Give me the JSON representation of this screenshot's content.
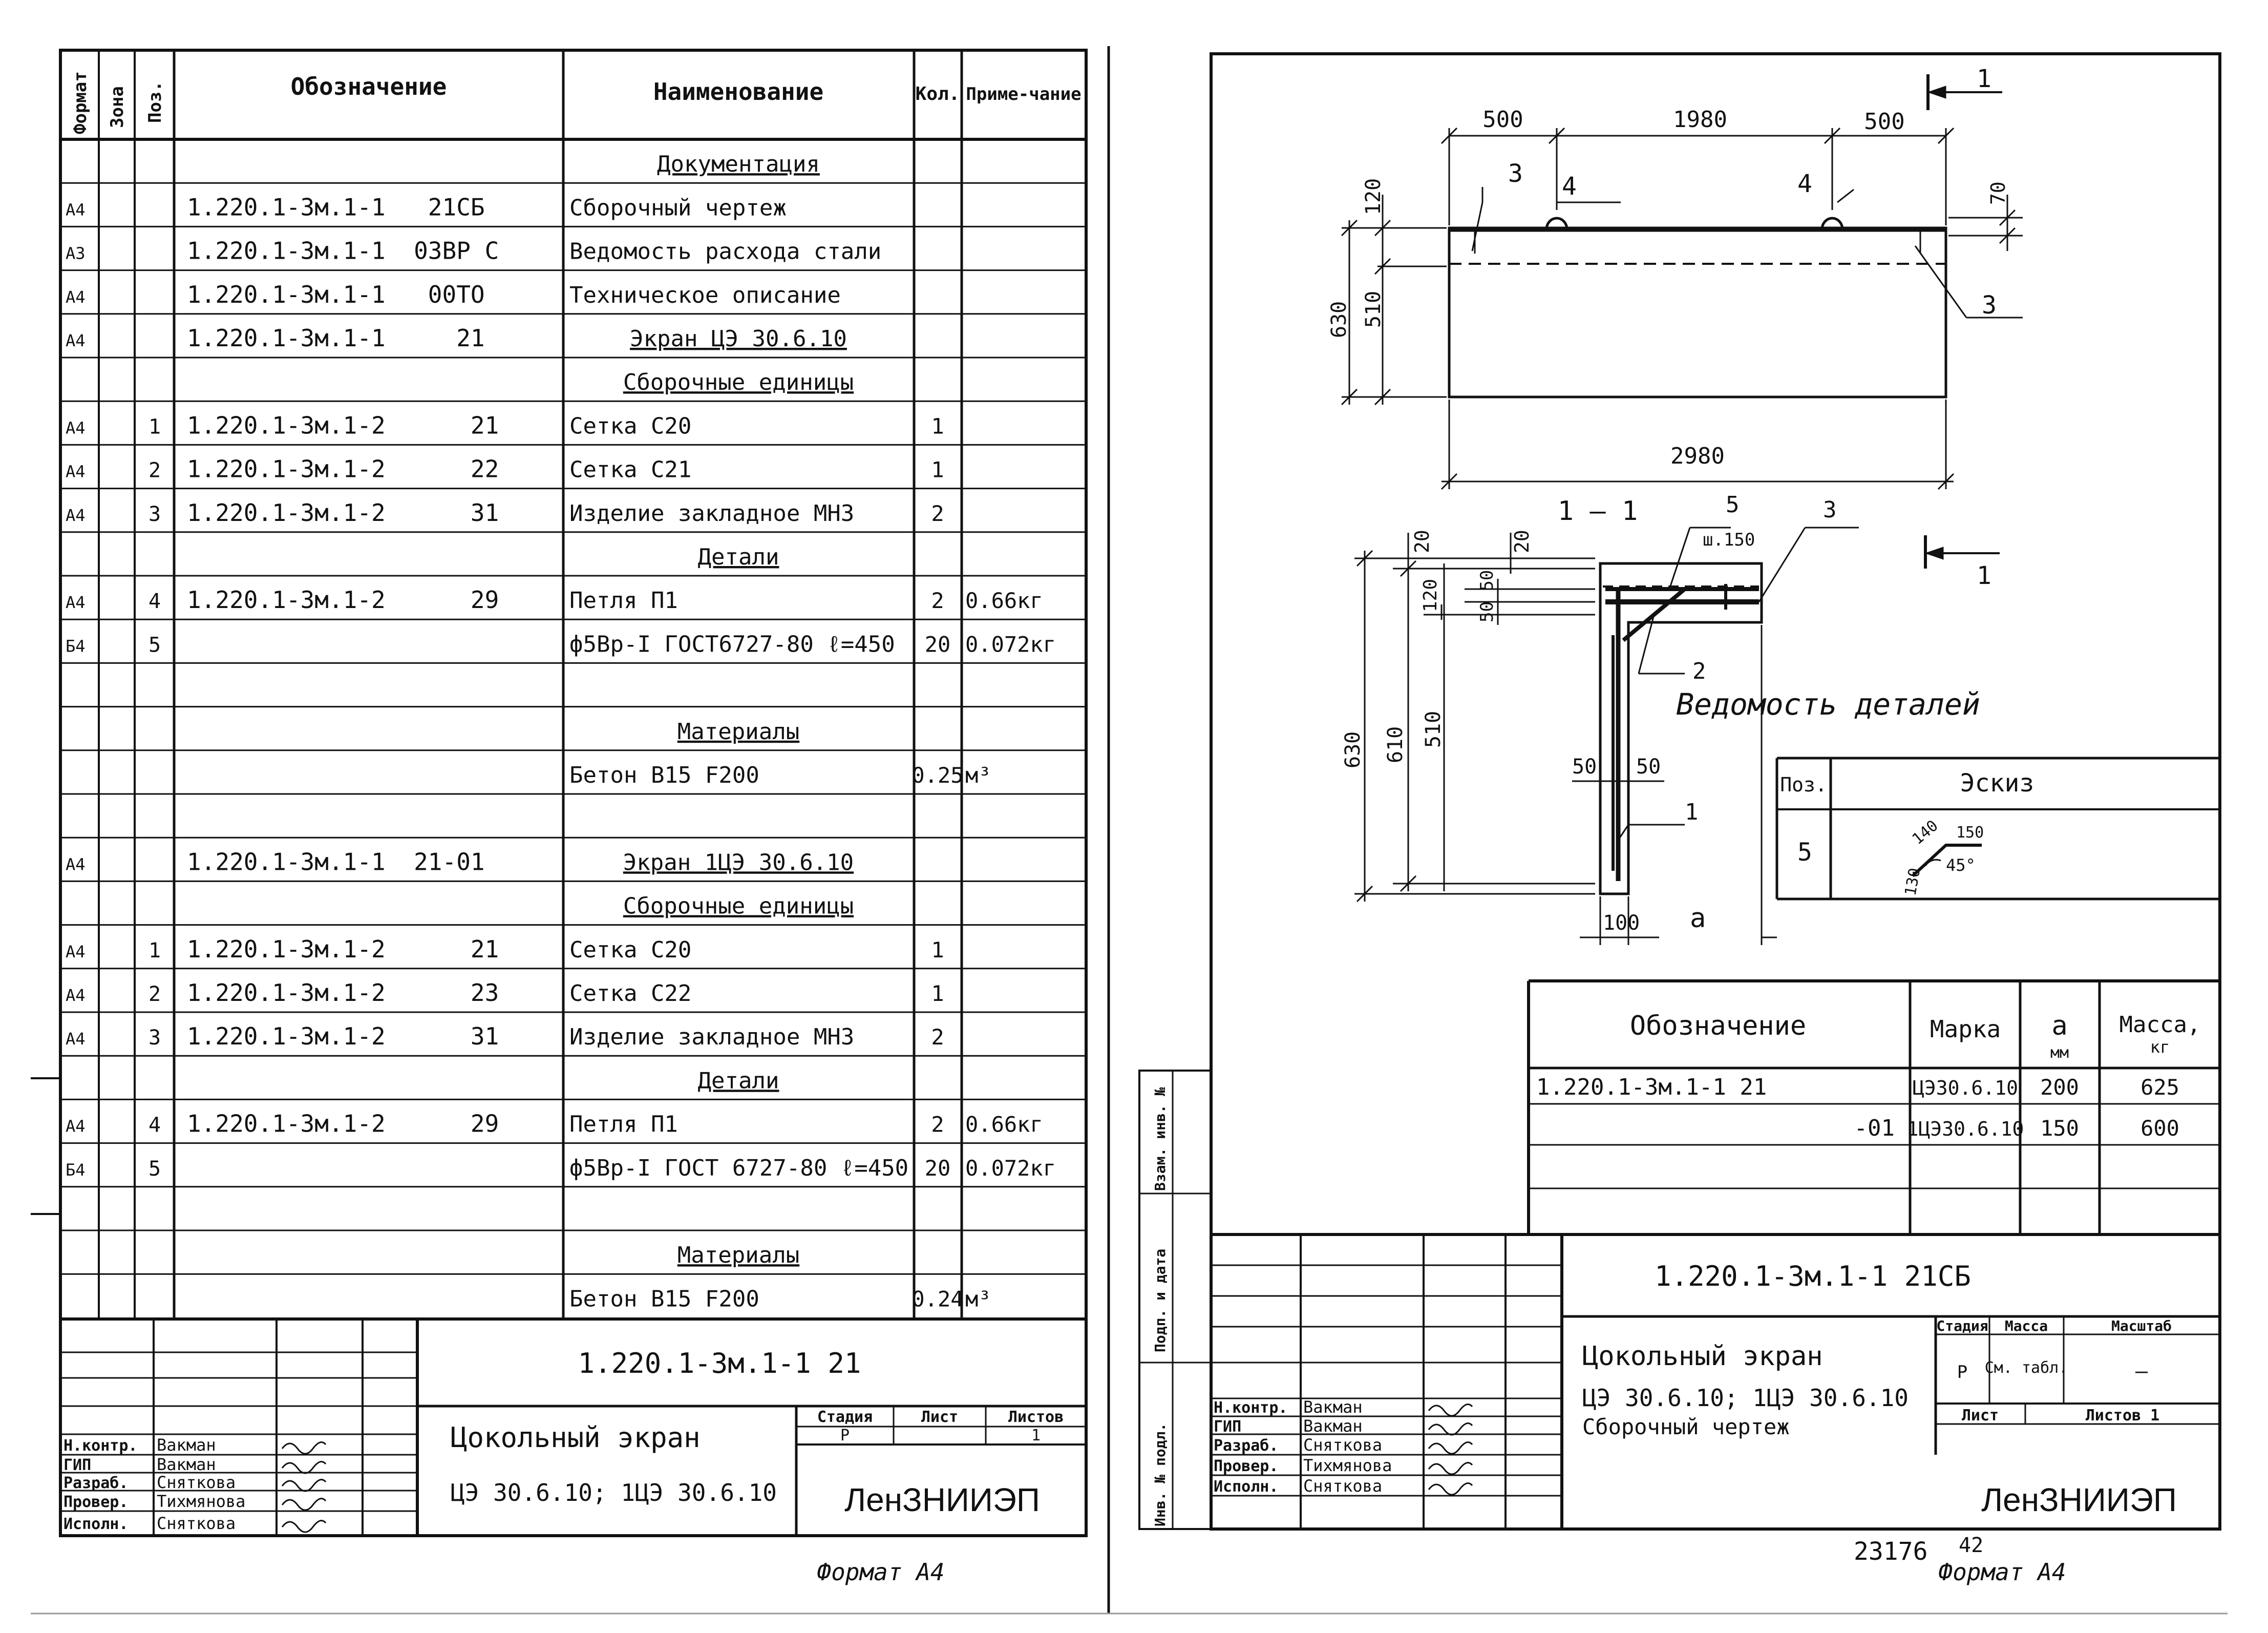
{
  "left": {
    "headers": {
      "format": "Формат",
      "zone": "Зона",
      "pos": "Поз.",
      "designation": "Обозначение",
      "name": "Наименование",
      "qty": "Кол.",
      "note": "Приме-чание"
    },
    "rows": [
      {
        "f": "",
        "z": "",
        "p": "",
        "d": "",
        "n": "Документация",
        "q": "",
        "r": "",
        "u": true
      },
      {
        "f": "А4",
        "z": "",
        "p": "",
        "d": "1.220.1-3м.1-1   21СБ",
        "n": "Сборочный чертеж",
        "q": "",
        "r": ""
      },
      {
        "f": "А3",
        "z": "",
        "p": "",
        "d": "1.220.1-3м.1-1  03ВР С",
        "n": "Ведомость расхода стали",
        "q": "",
        "r": ""
      },
      {
        "f": "А4",
        "z": "",
        "p": "",
        "d": "1.220.1-3м.1-1   00ТО",
        "n": "Техническое описание",
        "q": "",
        "r": ""
      },
      {
        "f": "А4",
        "z": "",
        "p": "",
        "d": "1.220.1-3м.1-1     21",
        "n": "Экран ЦЭ 30.6.10",
        "q": "",
        "r": "",
        "u": true
      },
      {
        "f": "",
        "z": "",
        "p": "",
        "d": "",
        "n": "Сборочные единицы",
        "q": "",
        "r": "",
        "u": true
      },
      {
        "f": "А4",
        "z": "",
        "p": "1",
        "d": "1.220.1-3м.1-2      21",
        "n": "Сетка С20",
        "q": "1",
        "r": ""
      },
      {
        "f": "А4",
        "z": "",
        "p": "2",
        "d": "1.220.1-3м.1-2      22",
        "n": "Сетка С21",
        "q": "1",
        "r": ""
      },
      {
        "f": "А4",
        "z": "",
        "p": "3",
        "d": "1.220.1-3м.1-2      31",
        "n": "Изделие закладное МН3",
        "q": "2",
        "r": ""
      },
      {
        "f": "",
        "z": "",
        "p": "",
        "d": "",
        "n": "Детали",
        "q": "",
        "r": "",
        "u": true
      },
      {
        "f": "А4",
        "z": "",
        "p": "4",
        "d": "1.220.1-3м.1-2      29",
        "n": "Петля П1",
        "q": "2",
        "r": "0.66кг"
      },
      {
        "f": "Б4",
        "z": "",
        "p": "5",
        "d": "",
        "n": "ф5Вр-I ГОСТ6727-80 ℓ=450",
        "q": "20",
        "r": "0.072кг"
      },
      {
        "f": "",
        "z": "",
        "p": "",
        "d": "",
        "n": "",
        "q": "",
        "r": ""
      },
      {
        "f": "",
        "z": "",
        "p": "",
        "d": "",
        "n": "Материалы",
        "q": "",
        "r": "",
        "u": true
      },
      {
        "f": "",
        "z": "",
        "p": "",
        "d": "",
        "n": "Бетон В15  F200",
        "q": "0.25",
        "r": "м³"
      },
      {
        "f": "",
        "z": "",
        "p": "",
        "d": "",
        "n": "",
        "q": "",
        "r": ""
      },
      {
        "f": "А4",
        "z": "",
        "p": "",
        "d": "1.220.1-3м.1-1  21-01",
        "n": "Экран 1ЦЭ 30.6.10",
        "q": "",
        "r": "",
        "u": true
      },
      {
        "f": "",
        "z": "",
        "p": "",
        "d": "",
        "n": "Сборочные единицы",
        "q": "",
        "r": "",
        "u": true
      },
      {
        "f": "А4",
        "z": "",
        "p": "1",
        "d": "1.220.1-3м.1-2      21",
        "n": "Сетка С20",
        "q": "1",
        "r": ""
      },
      {
        "f": "А4",
        "z": "",
        "p": "2",
        "d": "1.220.1-3м.1-2      23",
        "n": "Сетка С22",
        "q": "1",
        "r": ""
      },
      {
        "f": "А4",
        "z": "",
        "p": "3",
        "d": "1.220.1-3м.1-2      31",
        "n": "Изделие закладное МН3",
        "q": "2",
        "r": ""
      },
      {
        "f": "",
        "z": "",
        "p": "",
        "d": "",
        "n": "Детали",
        "q": "",
        "r": "",
        "u": true
      },
      {
        "f": "А4",
        "z": "",
        "p": "4",
        "d": "1.220.1-3м.1-2      29",
        "n": "Петля П1",
        "q": "2",
        "r": "0.66кг"
      },
      {
        "f": "Б4",
        "z": "",
        "p": "5",
        "d": "",
        "n": "ф5Вр-I ГОСТ 6727-80 ℓ=450",
        "q": "20",
        "r": "0.072кг"
      },
      {
        "f": "",
        "z": "",
        "p": "",
        "d": "",
        "n": "",
        "q": "",
        "r": ""
      },
      {
        "f": "",
        "z": "",
        "p": "",
        "d": "",
        "n": "Материалы",
        "q": "",
        "r": "",
        "u": true
      },
      {
        "f": "",
        "z": "",
        "p": "",
        "d": "",
        "n": "Бетон В15  F200",
        "q": "0.24",
        "r": "м³"
      }
    ],
    "title_block": {
      "code": "1.220.1-3м.1-1      21",
      "title": "Цокольный экран",
      "subtitle": "ЦЭ 30.6.10; 1ЦЭ 30.6.10",
      "stage_h": "Стадия",
      "sheet_h": "Лист",
      "sheets_h": "Листов",
      "stage": "Р",
      "sheets": "1",
      "org": "ЛенЗНИИЭП",
      "roles": [
        "Н.контр.",
        "ГИП",
        "Разраб.",
        "Провер.",
        "Исполн."
      ],
      "names": [
        "Вакман",
        "Вакман",
        "Сняткова",
        "Тихмянова",
        "Сняткова"
      ]
    },
    "format_label": "Формат А4"
  },
  "right": {
    "dims": {
      "top_500_left": "500",
      "top_1980": "1980",
      "top_500_right": "500",
      "h120": "120",
      "h510": "510",
      "h630": "630",
      "h70": "70",
      "w2980": "2980",
      "c3a": "3",
      "c4a": "4",
      "c4b": "4",
      "c3b": "3"
    },
    "section": {
      "label": "1 – 1",
      "cut_mark": "1",
      "d20a": "20",
      "d20b": "20",
      "d120": "120",
      "d5050": "50 50",
      "d630": "630",
      "d610": "610",
      "d510": "510",
      "d50a": "50",
      "d50b": "50",
      "d100": "100",
      "da": "a",
      "c5": "5",
      "sh150": "ш.150",
      "c3": "3",
      "c2": "2",
      "c1": "1"
    },
    "details": {
      "title": "Ведомость деталей",
      "pos_h": "Поз.",
      "sketch_h": "Эскиз",
      "pos": "5",
      "s130": "130",
      "s140": "140",
      "s150": "150",
      "s45": "45°"
    },
    "spec": {
      "h_designation": "Обозначение",
      "h_mark": "Марка",
      "h_a": "a",
      "h_a_unit": "мм",
      "h_mass": "Масса,",
      "h_mass_unit": "кг",
      "rows": [
        {
          "d": "1.220.1-3м.1-1   21",
          "m": "ЦЭ30.6.10",
          "a": "200",
          "w": "625"
        },
        {
          "d": "-01",
          "m": "1ЦЭ30.6.10",
          "a": "150",
          "w": "600"
        }
      ]
    },
    "title_block": {
      "code": "1.220.1-3м.1-1      21СБ",
      "title": "Цокольный экран",
      "subtitle": "ЦЭ 30.6.10; 1ЦЭ 30.6.10",
      "doc": "Сборочный чертеж",
      "stage_h": "Стадия",
      "mass_h": "Масса",
      "scale_h": "Масштаб",
      "stage": "Р",
      "mass": "См. табл.",
      "scale": "–",
      "sheet_h": "Лист",
      "sheets_h": "Листов 1",
      "org": "ЛенЗНИИЭП",
      "roles": [
        "Н.контр.",
        "ГИП",
        "Разраб.",
        "Провер.",
        "Исполн."
      ],
      "names": [
        "Вакман",
        "Вакман",
        "Сняткова",
        "Тихмянова",
        "Сняткова"
      ]
    },
    "side_stamps": [
      "Инв. № подл.",
      "Подп. и дата",
      "Взам. инв. №"
    ],
    "archive_no": "23176",
    "page_no": "42",
    "format_label": "Формат А4"
  }
}
